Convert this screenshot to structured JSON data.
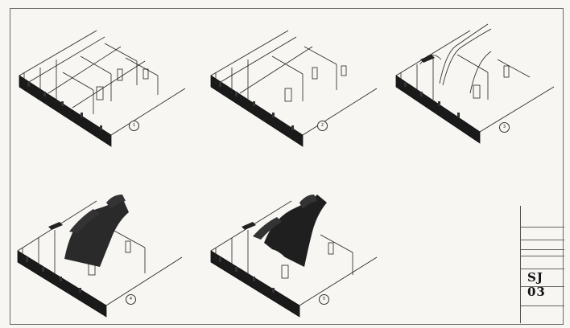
{
  "sheet": {
    "sheet_number": "SJ 03",
    "background_color": "#f7f6f2",
    "ink_color": "#222222",
    "vault_fill_color": "#2a2a2a"
  },
  "stages": [
    {
      "number": "1"
    },
    {
      "number": "2"
    },
    {
      "number": "3"
    },
    {
      "number": "4"
    },
    {
      "number": "5"
    }
  ],
  "title_block": {
    "notes": "",
    "rows": [
      "",
      "",
      "",
      "",
      "",
      "",
      "",
      ""
    ]
  }
}
